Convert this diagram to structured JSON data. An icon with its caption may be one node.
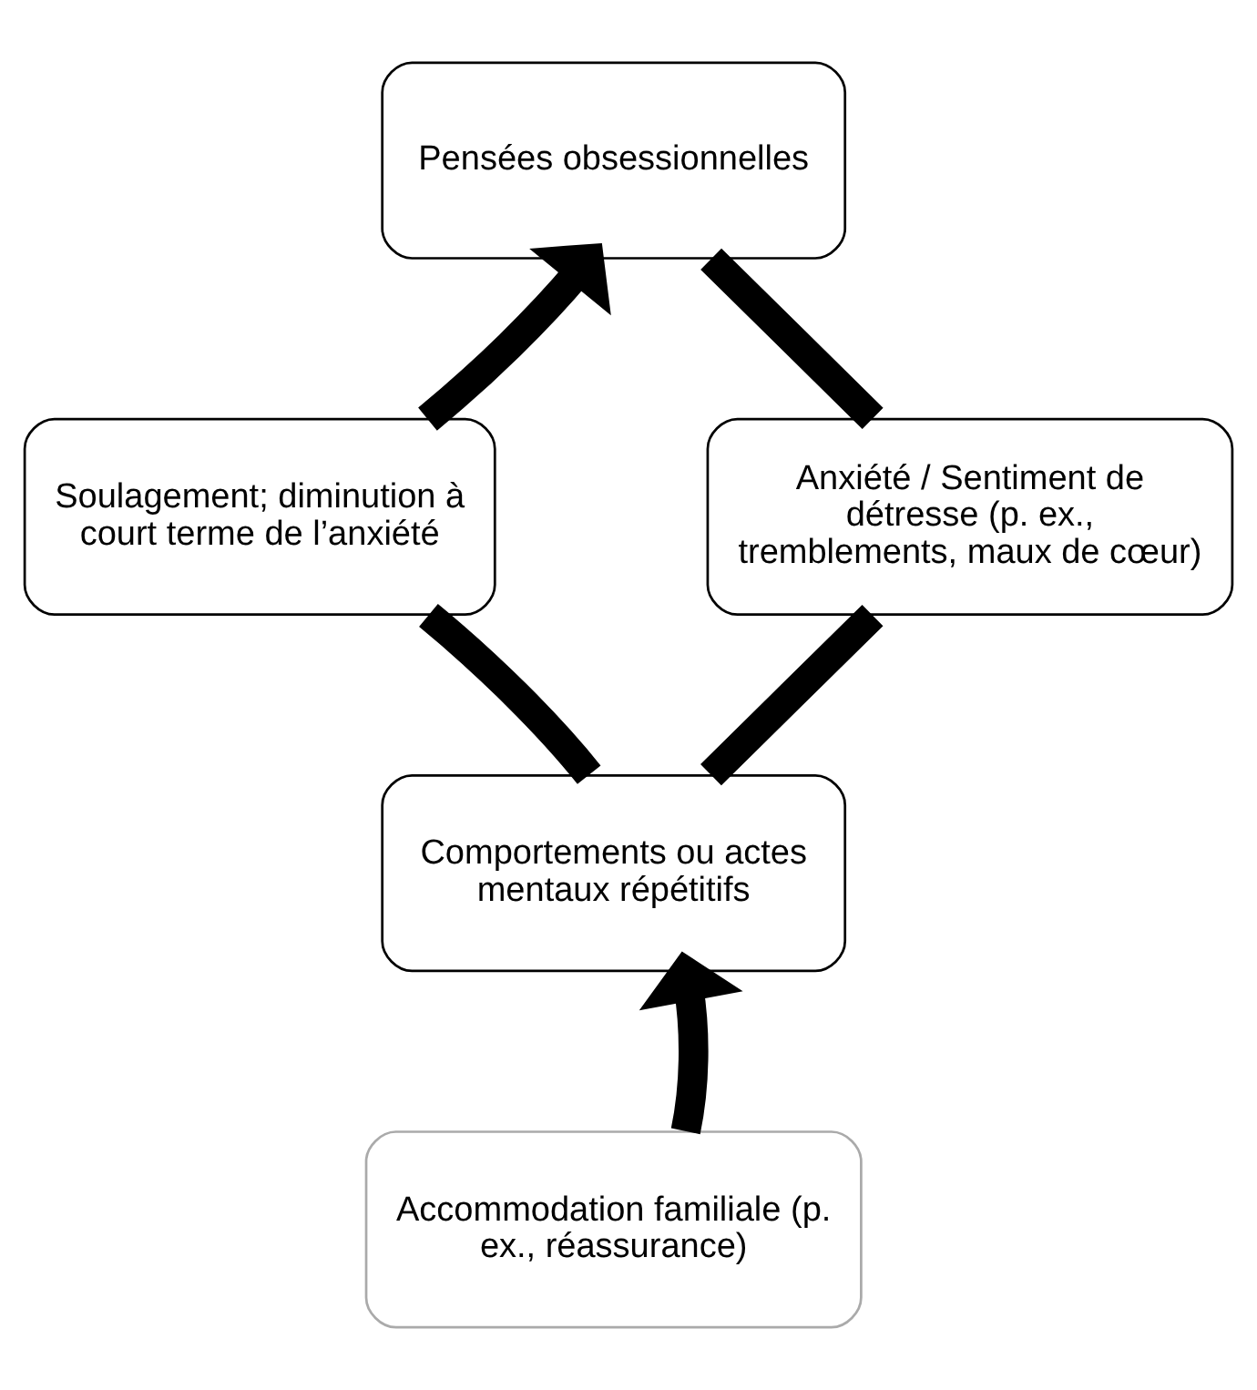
{
  "diagram": {
    "nodes": [
      {
        "text": [
          "Pensées obsessionnelles"
        ]
      },
      {
        "text": [
          "Anxiété / Sentiment de détresse (p. ex., tremblements, maux de cœur)"
        ]
      },
      {
        "text": [
          "Comportements ou actes mentaux répétitifs"
        ]
      },
      {
        "text": [
          "Soulagement; diminution à court terme de l’anxiété"
        ]
      },
      {
        "text": [
          "Accommodation familiale (p. ex., réassurance)"
        ]
      }
    ],
    "edges": [
      {
        "from": 0,
        "to": 1,
        "arrow": "none"
      },
      {
        "from": 1,
        "to": 2,
        "arrow": "none"
      },
      {
        "from": 2,
        "to": 3,
        "arrow": "none"
      },
      {
        "from": 3,
        "to": 0,
        "arrow": "to"
      },
      {
        "from": 4,
        "to": 2,
        "arrow": "to"
      }
    ]
  }
}
